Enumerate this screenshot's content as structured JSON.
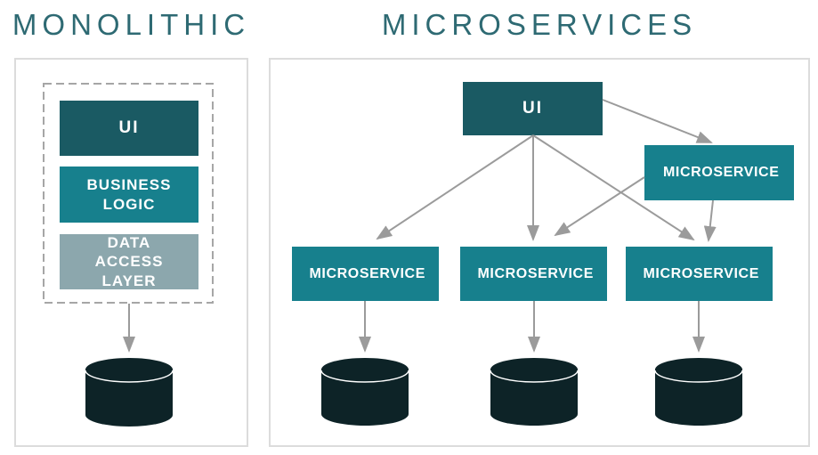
{
  "titles": {
    "monolithic": "MONOLITHIC",
    "microservices": "MICROSERVICES"
  },
  "monolith": {
    "layers": [
      {
        "label": "UI"
      },
      {
        "label": "BUSINESS LOGIC"
      },
      {
        "label": "DATA ACCESS LAYER"
      }
    ],
    "database_count": 1
  },
  "micro": {
    "ui_label": "UI",
    "services": [
      {
        "label": "MICROSERVICE",
        "position": "upper-right"
      },
      {
        "label": "MICROSERVICE",
        "position": "bottom-left"
      },
      {
        "label": "MICROSERVICE",
        "position": "bottom-center"
      },
      {
        "label": "MICROSERVICE",
        "position": "bottom-right"
      }
    ],
    "database_count": 3
  },
  "icons": {
    "database": "database-cylinder-icon"
  },
  "colors": {
    "dark_teal": "#1a5a63",
    "teal": "#17808d",
    "muted_teal": "#8ca7ad",
    "database": "#0d2327",
    "arrow": "#9b9b9b",
    "title_text": "#2e6a73",
    "label_text": "#ffffff",
    "panel_border": "#dcdcdc",
    "dashed_border": "#a6a6a6"
  }
}
